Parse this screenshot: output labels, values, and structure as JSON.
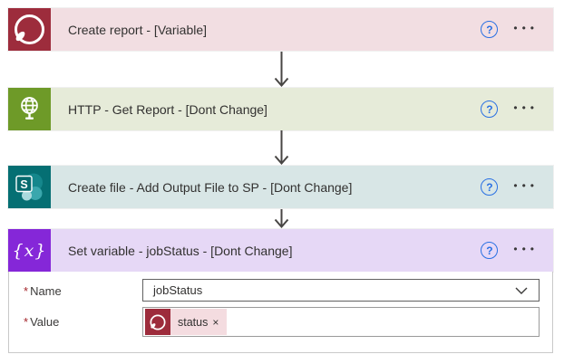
{
  "flow": {
    "cards": [
      {
        "title": "Create report - [Variable]",
        "header_bg": "#f2dee2",
        "icon_bg": "#9d2c3c",
        "icon": "enso-circle"
      },
      {
        "title": "HTTP - Get Report - [Dont Change]",
        "header_bg": "#e6ebd9",
        "icon_bg": "#6e9a28",
        "icon": "globe"
      },
      {
        "title": "Create file - Add Output File to SP - [Dont Change]",
        "header_bg": "#d8e6e6",
        "icon_bg": "#056f73",
        "icon": "sharepoint"
      },
      {
        "title": "Set variable - jobStatus - [Dont Change]",
        "header_bg": "#e6d8f6",
        "icon_bg": "#8527d8",
        "icon": "variable-braces"
      }
    ],
    "card_controls": {
      "help_glyph": "?",
      "more_glyph": "•••"
    },
    "variable_icon_glyph": "{x}",
    "sharepoint_letter": "S",
    "form": {
      "name": {
        "required_marker": "*",
        "label": "Name",
        "value": "jobStatus"
      },
      "value": {
        "required_marker": "*",
        "label": "Value",
        "token_text": "status",
        "token_remove_glyph": "×"
      }
    },
    "colors": {
      "help_icon_blue": "#2970e3",
      "arrow": "#484644",
      "required_marker_red": "#a4262c",
      "token_bg_pink": "#f4dce0",
      "body_border": "#c9c9c9"
    }
  }
}
